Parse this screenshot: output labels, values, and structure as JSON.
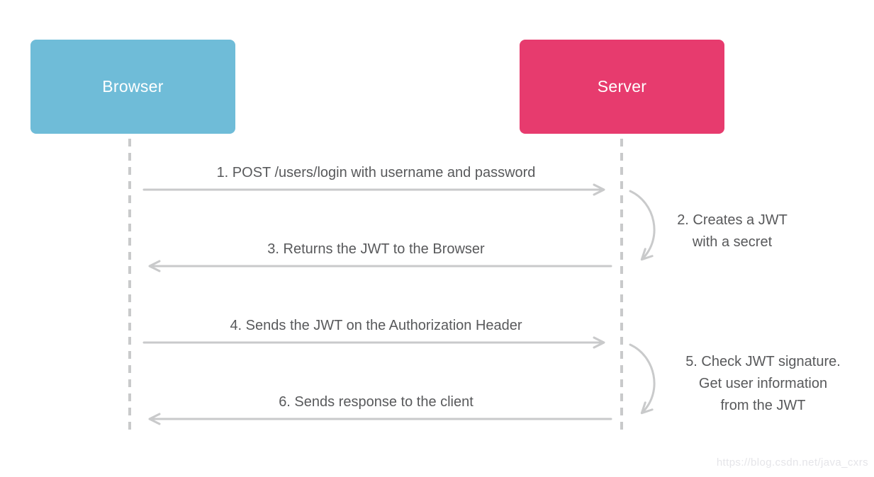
{
  "diagram": {
    "type": "sequence",
    "actors": [
      {
        "name": "Browser",
        "color": "#6FBCD8"
      },
      {
        "name": "Server",
        "color": "#E73B6E"
      }
    ],
    "messages": [
      {
        "step": 1,
        "label": "1. POST /users/login with username and password",
        "from": "Browser",
        "to": "Server",
        "direction": "right"
      },
      {
        "step": 2,
        "label": "2. Creates a JWT\nwith a secret",
        "from": "Server",
        "to": "Server",
        "direction": "self"
      },
      {
        "step": 3,
        "label": "3. Returns the JWT to the Browser",
        "from": "Server",
        "to": "Browser",
        "direction": "left"
      },
      {
        "step": 4,
        "label": "4. Sends the JWT on the Authorization Header",
        "from": "Browser",
        "to": "Server",
        "direction": "right"
      },
      {
        "step": 5,
        "label": "5. Check JWT signature.\nGet user information\nfrom the JWT",
        "from": "Server",
        "to": "Server",
        "direction": "self"
      },
      {
        "step": 6,
        "label": "6. Sends response to the client",
        "from": "Server",
        "to": "Browser",
        "direction": "left"
      }
    ],
    "watermark": "https://blog.csdn.net/java_cxrs",
    "colors": {
      "background": "#FFFFFF",
      "browser_box": "#6FBCD8",
      "server_box": "#E73B6E",
      "arrow": "#C9CACB",
      "lifeline": "#C9CACB",
      "message_text": "#58595B",
      "actor_text": "#FFFFFF",
      "watermark_text": "#E5E5E9"
    }
  }
}
